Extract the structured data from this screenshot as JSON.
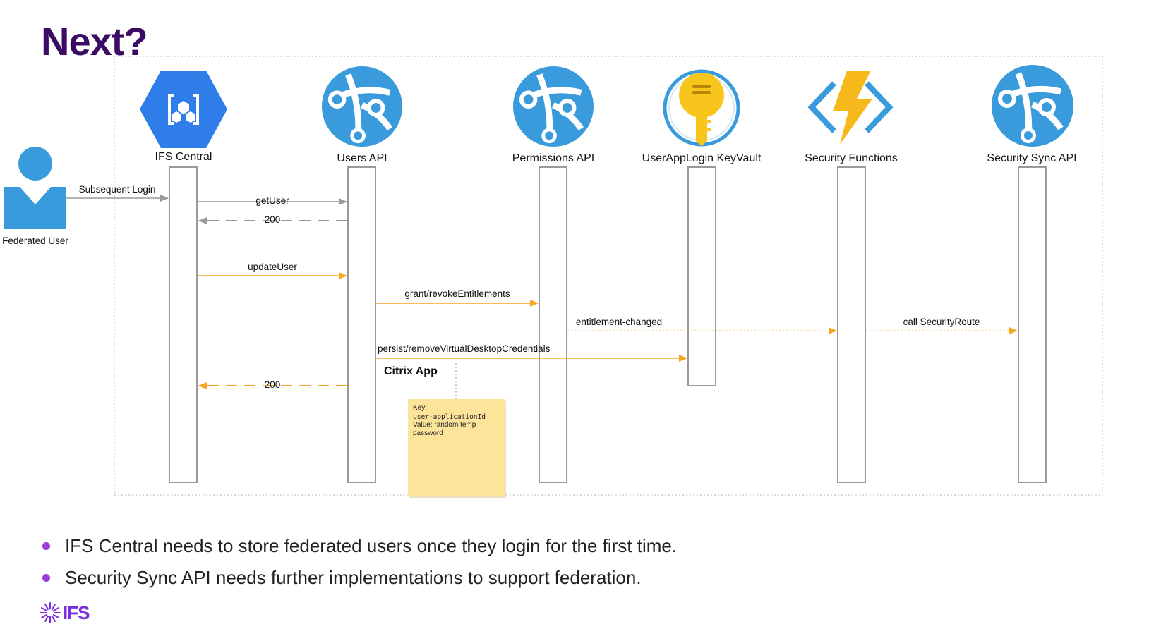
{
  "slide": {
    "title": "Next?"
  },
  "actors": {
    "federated_user": "Federated User",
    "ifs_central": "IFS Central",
    "users_api": "Users API",
    "permissions_api": "Permissions API",
    "keyvault": "UserAppLogin KeyVault",
    "security_functions": "Security Functions",
    "security_sync_api": "Security Sync API"
  },
  "messages": {
    "subsequent_login": "Subsequent Login",
    "get_user": "getUser",
    "resp_200_a": "200",
    "update_user": "updateUser",
    "grant_revoke": "grant/revokeEntitlements",
    "entitlement_changed": "entitlement-changed",
    "call_security_route": "call SecurityRoute",
    "persist_remove": "persist/removeVirtualDesktopCredentials",
    "resp_200_b": "200"
  },
  "citrix_label": "Citrix App",
  "note": {
    "key_label": "Key:",
    "key_value": "user-applicationId",
    "value_line1": "Value: random temp",
    "value_line2": "password"
  },
  "bullets": [
    "IFS Central needs to store federated users once they login for the first time.",
    "Security Sync API needs further implementations to support federation."
  ],
  "logo": {
    "text": "IFS"
  },
  "colors": {
    "title": "#3b0c64",
    "gray_arrow": "#9a9a9a",
    "orange_arrow": "#f5a623",
    "azure_blue": "#3a9bdc",
    "note_fill": "#fde49b",
    "bullet": "#9b3fdc",
    "logo": "#7a2ee0"
  },
  "icons": {
    "ifs_central": "gcp-hexagon-icon",
    "users_api": "azure-api-icon",
    "permissions_api": "azure-api-icon",
    "keyvault": "key-vault-icon",
    "security_functions": "azure-functions-icon",
    "security_sync_api": "azure-api-icon",
    "federated_user": "user-icon"
  }
}
